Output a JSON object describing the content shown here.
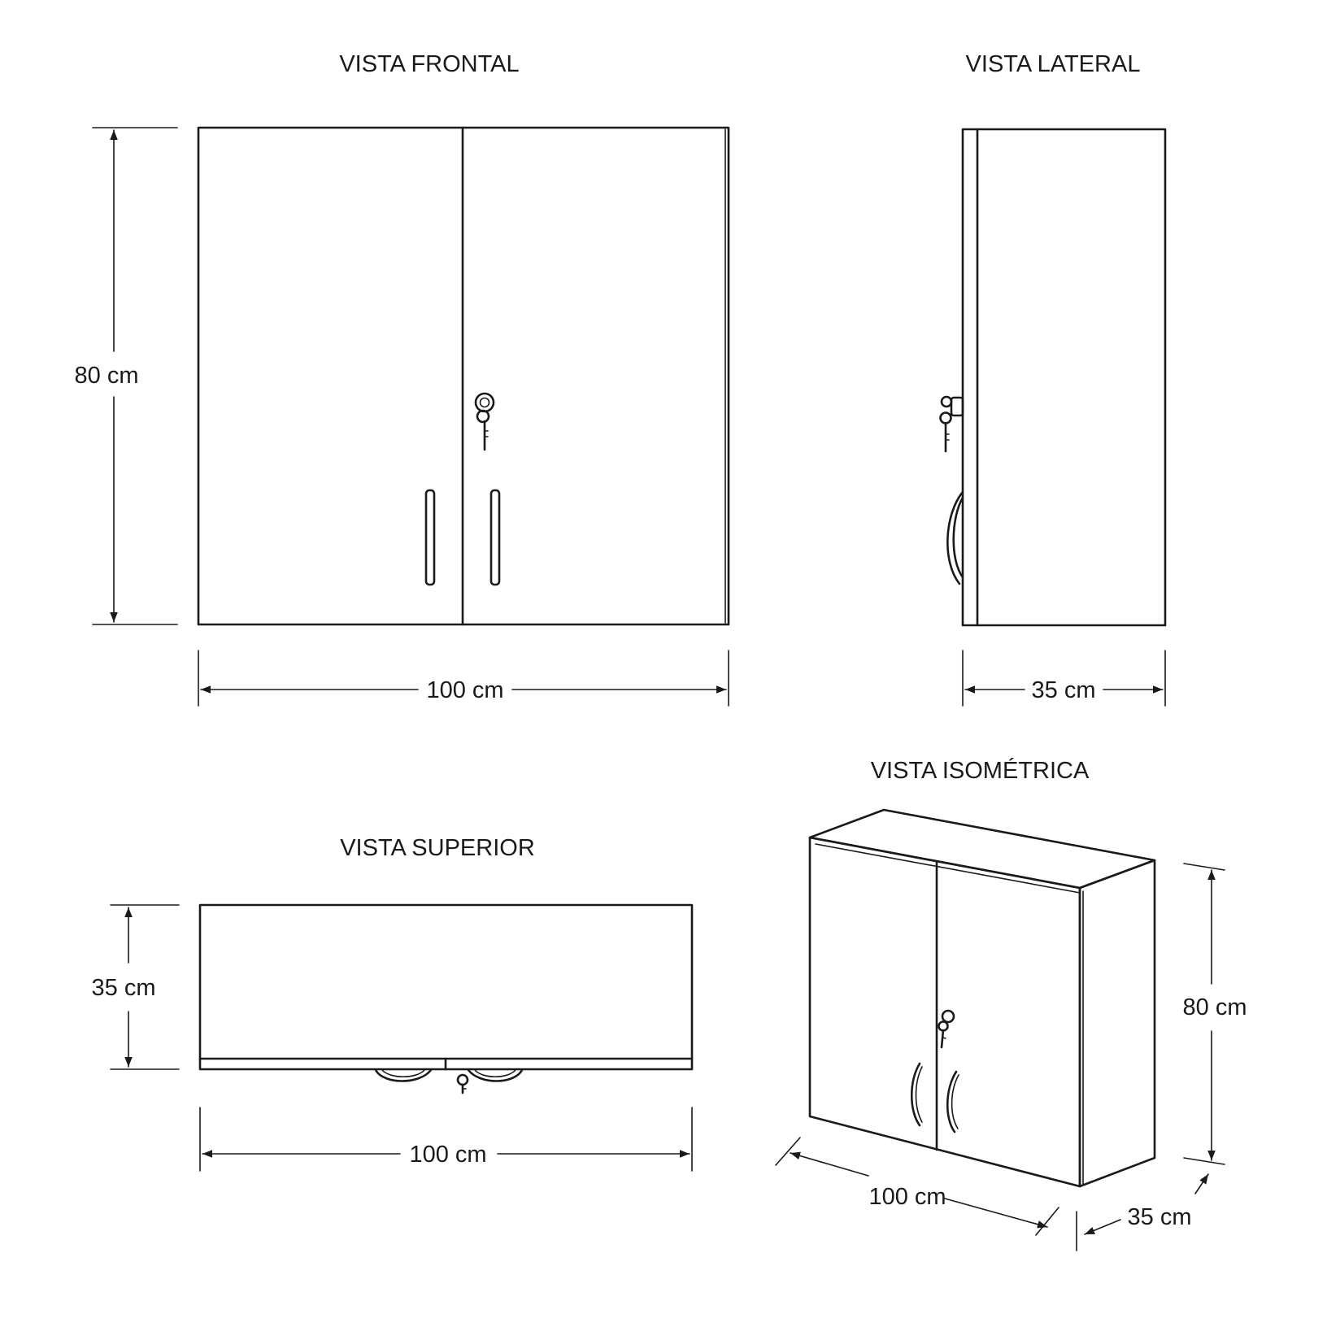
{
  "titles": {
    "front": "VISTA FRONTAL",
    "side": "VISTA LATERAL",
    "top": "VISTA SUPERIOR",
    "iso": "VISTA ISOMÉTRICA"
  },
  "dimensions": {
    "front_height": "80 cm",
    "front_width": "100 cm",
    "side_depth": "35 cm",
    "top_depth": "35 cm",
    "top_width": "100 cm",
    "iso_height": "80 cm",
    "iso_width": "100 cm",
    "iso_depth": "35 cm"
  },
  "colors": {
    "line": "#1a1a1a",
    "background": "#ffffff"
  }
}
